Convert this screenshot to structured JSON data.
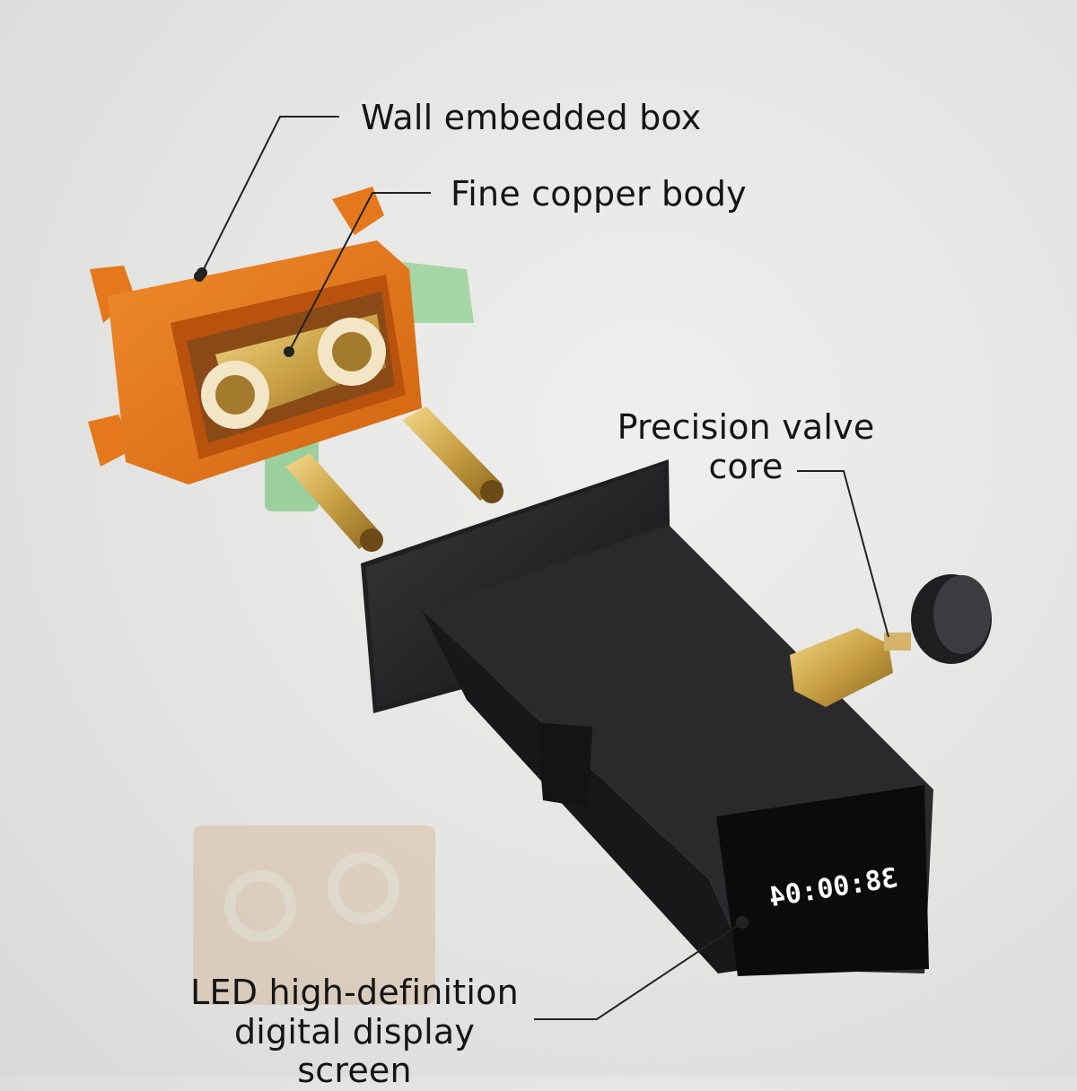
{
  "labels": {
    "wall_box": "Wall embedded box",
    "copper_body": "Fine copper body",
    "valve_core_line1": "Precision valve",
    "valve_core_line2": "core",
    "display_line1": "LED high-definition",
    "display_line2": "digital display screen"
  },
  "display": {
    "readout": "38:00:04",
    "readout_color": "#ffffff"
  },
  "colors": {
    "box_orange": "#e5781c",
    "copper_gold": "#c9a044",
    "faucet_black": "#1b1b1d",
    "pipe_green": "#9ccf9e",
    "leader_line": "#222222"
  }
}
